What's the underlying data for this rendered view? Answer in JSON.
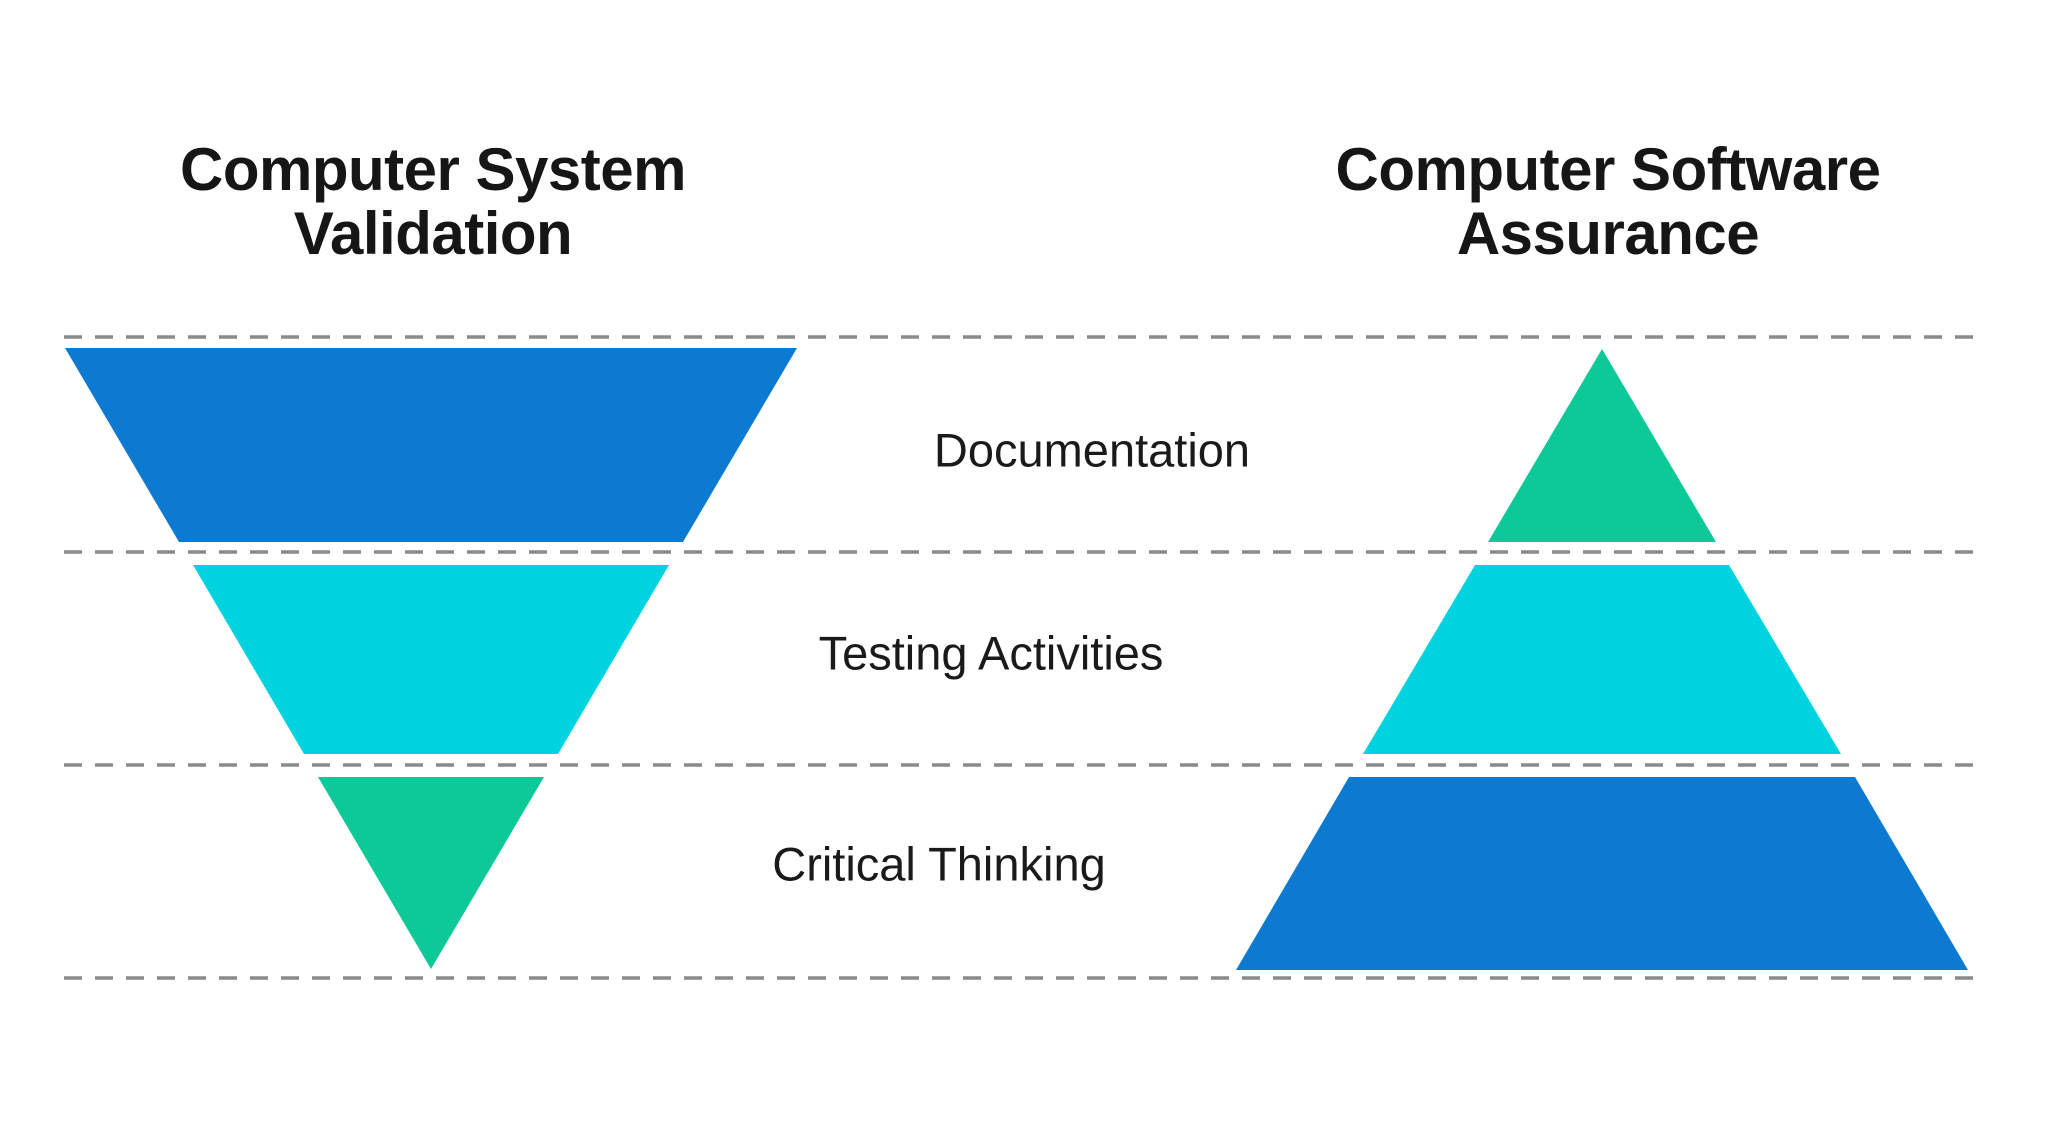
{
  "diagram": {
    "left": {
      "title": "Computer System\nValidation",
      "type": "inverted_pyramid",
      "levels": [
        {
          "label": "Documentation",
          "relative_size": "largest",
          "color_key": "blue"
        },
        {
          "label": "Testing Activities",
          "relative_size": "medium",
          "color_key": "cyan"
        },
        {
          "label": "Critical Thinking",
          "relative_size": "smallest",
          "color_key": "green"
        }
      ]
    },
    "right": {
      "title": "Computer Software\nAssurance",
      "type": "upright_pyramid",
      "levels": [
        {
          "label": "Documentation",
          "relative_size": "smallest",
          "color_key": "green"
        },
        {
          "label": "Testing Activities",
          "relative_size": "medium",
          "color_key": "cyan"
        },
        {
          "label": "Critical Thinking",
          "relative_size": "largest",
          "color_key": "blue"
        }
      ]
    },
    "row_labels": {
      "0": "Documentation",
      "1": "Testing Activities",
      "2": "Critical Thinking"
    }
  },
  "chart_data": {
    "type": "pyramid_comparison",
    "title": "",
    "categories": [
      "Documentation",
      "Testing Activities",
      "Critical Thinking"
    ],
    "series": [
      {
        "name": "Computer System Validation",
        "emphasis_order": [
          "largest",
          "medium",
          "smallest"
        ]
      },
      {
        "name": "Computer Software Assurance",
        "emphasis_order": [
          "smallest",
          "medium",
          "largest"
        ]
      }
    ],
    "legend_position": "none",
    "grid": "dashed-row-separators"
  },
  "colors": {
    "blue": "#0d7ad1",
    "cyan": "#00d3e0",
    "green": "#0cc997",
    "dash": "#8a8a8a",
    "text": "#1a1a1a"
  }
}
